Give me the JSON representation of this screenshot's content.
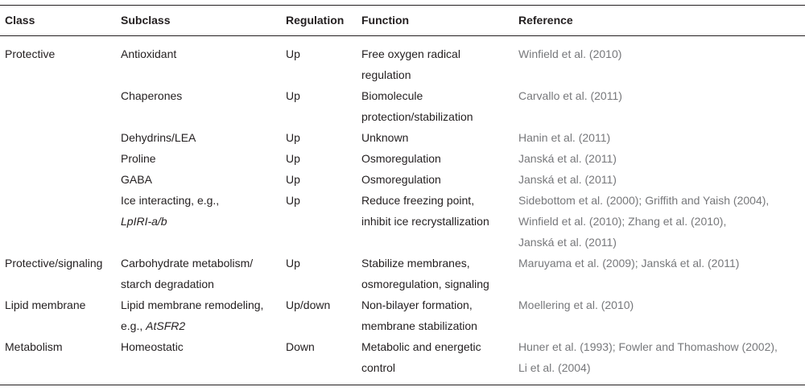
{
  "headers": {
    "class": "Class",
    "subclass": "Subclass",
    "regulation": "Regulation",
    "function": "Function",
    "reference": "Reference"
  },
  "rows": [
    {
      "class": [
        "Protective"
      ],
      "subclass": [
        "Antioxidant"
      ],
      "regulation": "Up",
      "function": [
        "Free oxygen radical",
        "regulation"
      ],
      "reference": [
        "Winfield et al. (2010)"
      ]
    },
    {
      "class": [],
      "subclass": [
        "Chaperones"
      ],
      "regulation": "Up",
      "function": [
        "Biomolecule",
        "protection/stabilization"
      ],
      "reference": [
        "Carvallo et al. (2011)"
      ]
    },
    {
      "class": [],
      "subclass": [
        "Dehydrins/LEA"
      ],
      "regulation": "Up",
      "function": [
        "Unknown"
      ],
      "reference": [
        "Hanin et al. (2011)"
      ]
    },
    {
      "class": [],
      "subclass": [
        "Proline"
      ],
      "regulation": "Up",
      "function": [
        "Osmoregulation"
      ],
      "reference": [
        "Janská et al. (2011)"
      ]
    },
    {
      "class": [],
      "subclass": [
        "GABA"
      ],
      "regulation": "Up",
      "function": [
        "Osmoregulation"
      ],
      "reference": [
        "Janská et al. (2011)"
      ]
    },
    {
      "class": [],
      "subclass": [
        "Ice interacting, e.g.,",
        "LpIRI-a/b"
      ],
      "regulation": "Up",
      "function": [
        "Reduce freezing point,",
        "inhibit ice recrystallization"
      ],
      "reference": [
        "Sidebottom et al. (2000); Griffith and Yaish (2004),",
        "Winfield et al. (2010); Zhang et al. (2010),",
        "Janská et al. (2011)"
      ]
    },
    {
      "class": [
        "Protective/signaling"
      ],
      "subclass": [
        "Carbohydrate metabolism/",
        "starch degradation"
      ],
      "regulation": "Up",
      "function": [
        "Stabilize membranes,",
        "osmoregulation, signaling"
      ],
      "reference": [
        "Maruyama et al. (2009); Janská et al. (2011)"
      ]
    },
    {
      "class": [
        "Lipid membrane"
      ],
      "subclass": [
        "Lipid membrane remodeling,",
        "e.g., AtSFR2"
      ],
      "regulation": "Up/down",
      "function": [
        "Non-bilayer formation,",
        "membrane stabilization"
      ],
      "reference": [
        "Moellering et al. (2010)"
      ]
    },
    {
      "class": [
        "Metabolism"
      ],
      "subclass": [
        "Homeostatic"
      ],
      "regulation": "Down",
      "function": [
        "Metabolic and energetic",
        "control"
      ],
      "reference": [
        "Huner et al. (1993); Fowler and Thomashow (2002),",
        "Li et al. (2004)"
      ]
    }
  ]
}
